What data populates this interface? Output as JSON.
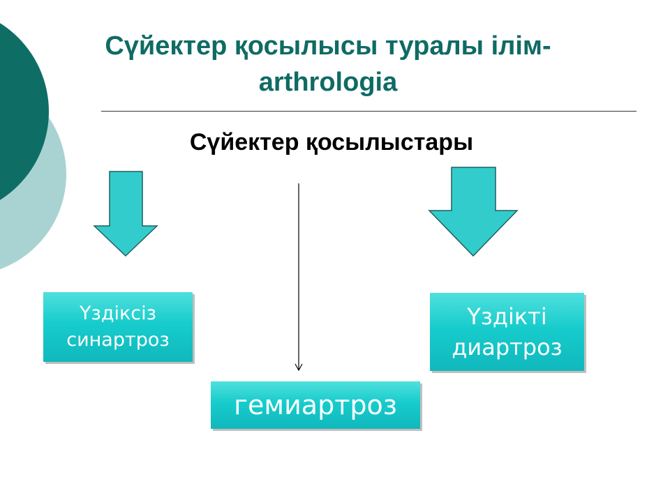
{
  "slide": {
    "title_line1": "Сүйектер қосылысы туралы ілім-",
    "title_line2": "arthrologia",
    "subtitle": "Сүйектер қосылыстары"
  },
  "diagram": {
    "nodes": {
      "left": {
        "line1": "Үздіксіз",
        "line2": "синартроз"
      },
      "right": {
        "line1": "Үздікті",
        "line2": "диартроз"
      },
      "center": {
        "line1": "гемиартроз"
      }
    }
  },
  "colors": {
    "title": "#0f6b64",
    "arrow_fill": "#33cccc",
    "node_fill": "#17cccc",
    "decor_dark": "#0e6e66",
    "decor_light": "#a9d3d3"
  }
}
